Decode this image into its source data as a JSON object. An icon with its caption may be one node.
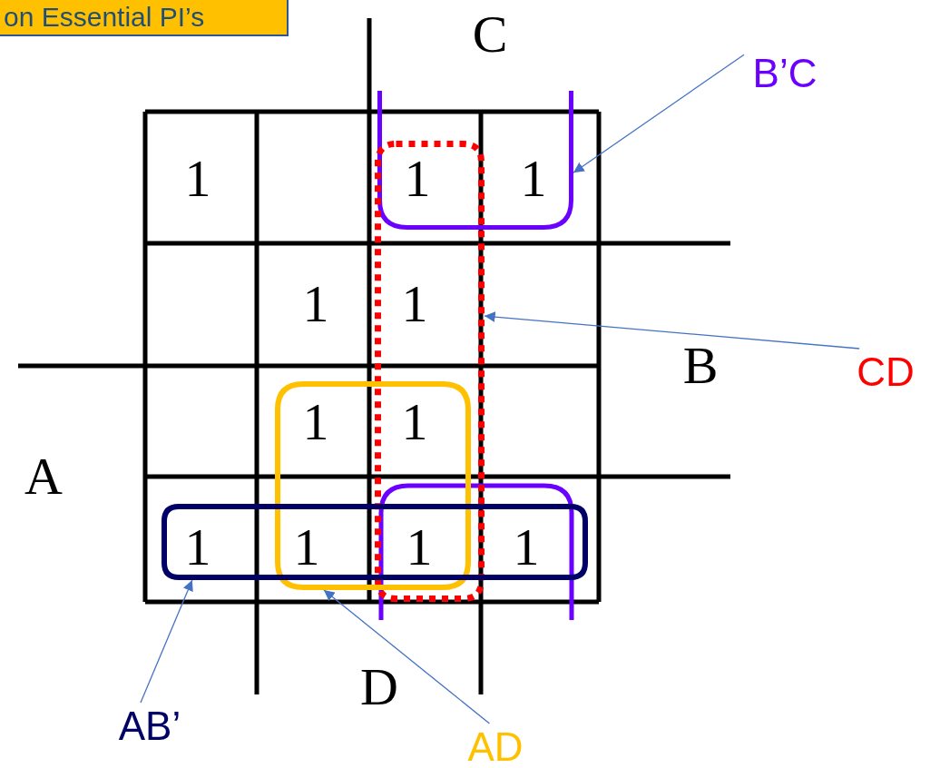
{
  "diagram": {
    "nodes": [
      {
        "text": [
          "on Essential PI’s"
        ]
      },
      {
        "text": [
          "B’C"
        ]
      },
      {
        "text": [],
        "shape": "box"
      },
      {
        "text": [],
        "shape": "box"
      },
      {
        "text": [
          "CD"
        ]
      },
      {
        "text": [],
        "shape": "box"
      },
      {
        "text": [],
        "shape": "box"
      },
      {
        "text": [
          "AB’"
        ]
      },
      {
        "text": [
          "AD"
        ]
      }
    ],
    "edges": [
      {
        "from": 1,
        "to": 2,
        "arrow": "to"
      },
      {
        "from": 4,
        "to": 3,
        "arrow": "to"
      },
      {
        "from": 7,
        "to": 6,
        "arrow": "to"
      },
      {
        "from": 8,
        "to": 5,
        "arrow": "to"
      }
    ],
    "labels": [
      "C",
      "1",
      "1",
      "1",
      "1",
      "1",
      "B",
      "1",
      "1",
      "A",
      "1",
      "1",
      "1",
      "1",
      "D"
    ]
  }
}
